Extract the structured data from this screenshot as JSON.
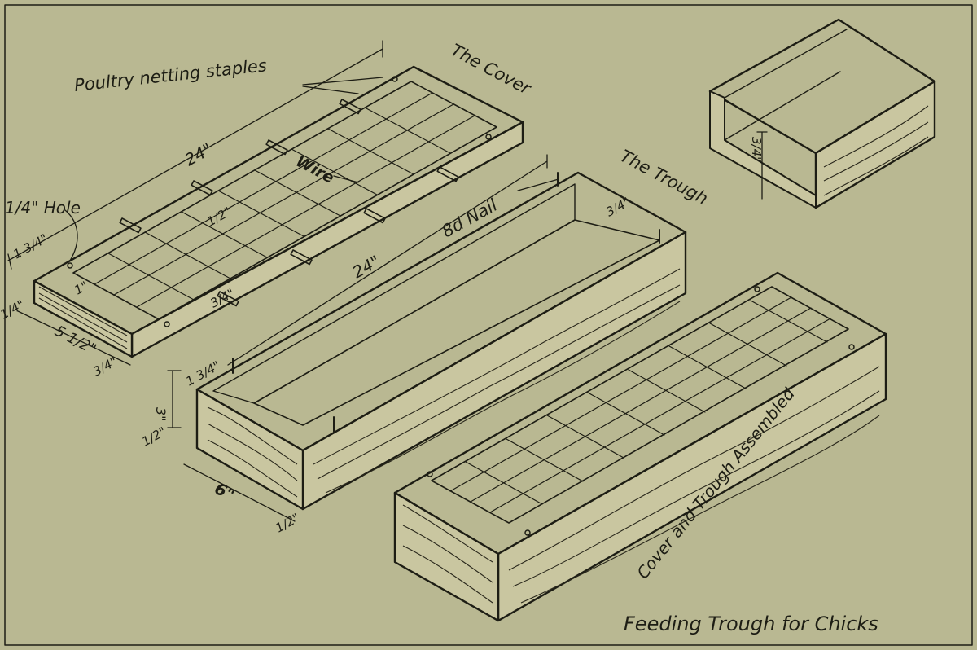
{
  "colors": {
    "paper": "#b9b892",
    "ink": "#1d1d14",
    "wood_face": "#c9c6a0"
  },
  "title": "Feeding Trough for Chicks",
  "parts": {
    "cover": {
      "name": "The Cover",
      "staples_label": "Poultry netting staples",
      "wire_label": "Wire",
      "hole_label": "1/4\" Hole",
      "length": "24\"",
      "width": "5 1/2\"",
      "thickness": "3/4\"",
      "rail_width": "1 3/4\"",
      "edge_1": "3/4\"",
      "edge_2": "1/4\"",
      "grid_spacing": "1/2\"",
      "frame_edge": "1\""
    },
    "trough": {
      "name": "The Trough",
      "nail_label": "8d Nail",
      "length": "24\"",
      "height": "3\"",
      "width": "6\"",
      "side_thickness": "3/4\"",
      "end_width": "1 3/4\"",
      "edge_1": "1/2\"",
      "edge_2": "1/2\""
    },
    "detail": {
      "depth": "3/4\""
    },
    "assembled": {
      "name": "Cover and Trough Assembled"
    }
  }
}
